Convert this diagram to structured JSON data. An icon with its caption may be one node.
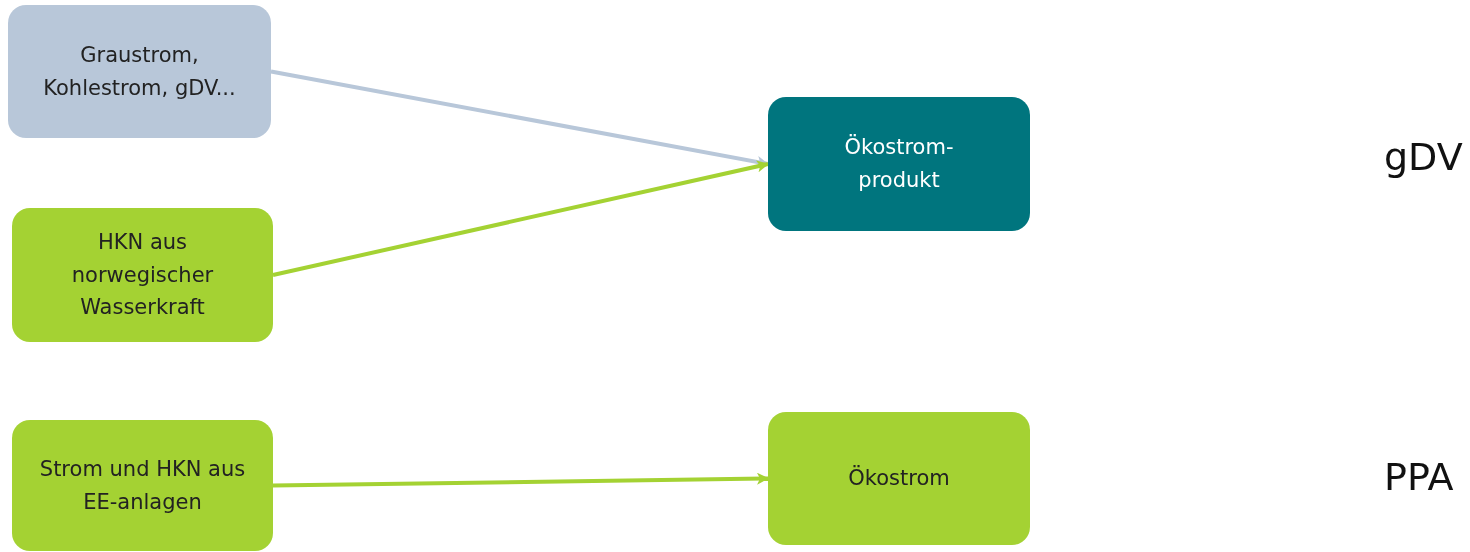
{
  "diagram": {
    "nodes": [
      {
        "text": [
          "Graustrom, Kohlestrom, gDV..."
        ]
      },
      {
        "text": [
          "HKN aus norwegischer Wasserkraft"
        ]
      },
      {
        "text": [
          "Ökostrom- produkt"
        ]
      },
      {
        "text": [
          "Strom und HKN aus EE-anlagen"
        ]
      },
      {
        "text": [
          "Ökostrom"
        ]
      }
    ],
    "edges": [
      {
        "from": 0,
        "to": 2,
        "arrow": "to",
        "color": "#b8c7d9"
      },
      {
        "from": 1,
        "to": 2,
        "arrow": "to"
      },
      {
        "from": 3,
        "to": 4,
        "arrow": "to"
      }
    ],
    "labels": [
      "gDV",
      "PPA"
    ]
  }
}
